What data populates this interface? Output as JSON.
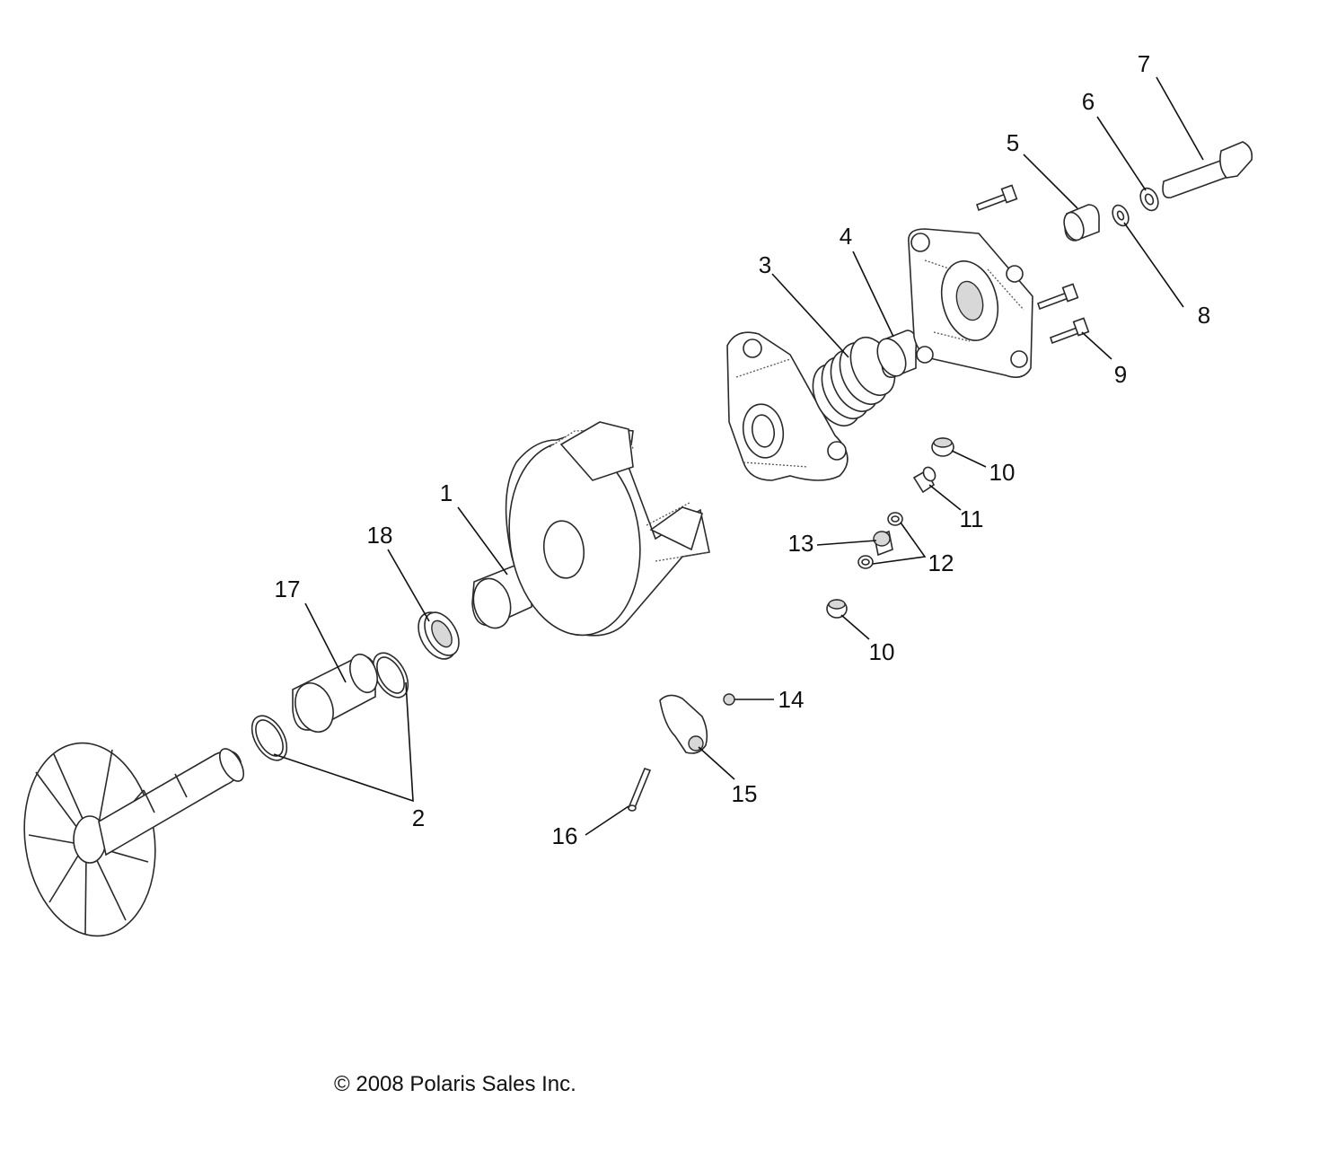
{
  "diagram": {
    "callouts": [
      {
        "id": "1",
        "label": "1"
      },
      {
        "id": "2",
        "label": "2"
      },
      {
        "id": "3",
        "label": "3"
      },
      {
        "id": "4",
        "label": "4"
      },
      {
        "id": "5",
        "label": "5"
      },
      {
        "id": "6",
        "label": "6"
      },
      {
        "id": "7",
        "label": "7"
      },
      {
        "id": "8",
        "label": "8"
      },
      {
        "id": "9",
        "label": "9"
      },
      {
        "id": "10a",
        "label": "10"
      },
      {
        "id": "10b",
        "label": "10"
      },
      {
        "id": "11",
        "label": "11"
      },
      {
        "id": "12",
        "label": "12"
      },
      {
        "id": "13",
        "label": "13"
      },
      {
        "id": "14",
        "label": "14"
      },
      {
        "id": "15",
        "label": "15"
      },
      {
        "id": "16",
        "label": "16"
      },
      {
        "id": "17",
        "label": "17"
      },
      {
        "id": "18",
        "label": "18"
      }
    ],
    "copyright": "© 2008 Polaris Sales Inc."
  }
}
